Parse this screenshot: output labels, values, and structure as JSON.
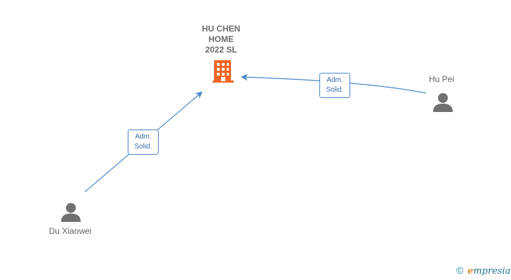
{
  "company": {
    "name_lines": [
      "HU CHEN",
      "HOME",
      "2022  SL"
    ],
    "icon": "building-icon",
    "color": "#f26522"
  },
  "people": [
    {
      "name": "Hu Pei",
      "icon": "person-icon"
    },
    {
      "name": "Du Xiaowei",
      "icon": "person-icon"
    }
  ],
  "edges": [
    {
      "from": "Hu Pei",
      "to": "HU CHEN HOME 2022  SL",
      "label_lines": [
        "Adm.",
        "Solid."
      ]
    },
    {
      "from": "Du Xiaowei",
      "to": "HU CHEN HOME 2022  SL",
      "label_lines": [
        "Adm.",
        "Solid."
      ]
    }
  ],
  "brand": {
    "copyright": "©",
    "initial": "e",
    "rest": "mpresia"
  },
  "colors": {
    "edge": "#4a86c8",
    "person": "#707070",
    "label": "#5f6368"
  }
}
